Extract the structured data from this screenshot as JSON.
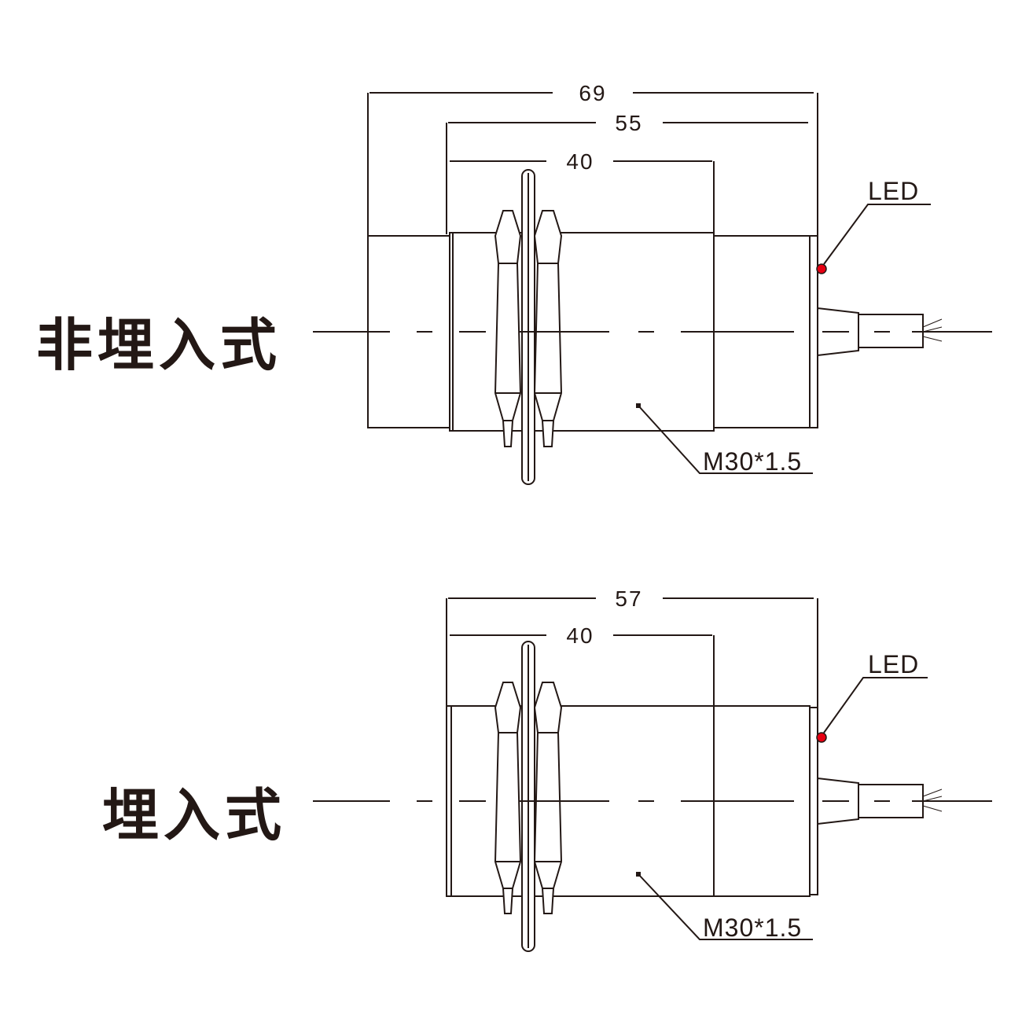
{
  "sensor_top": {
    "label": "非埋入式",
    "dimensions": {
      "total": "69",
      "threaded": "55",
      "thread_body": "40"
    },
    "led_label": "LED",
    "thread_label": "M30*1.5"
  },
  "sensor_bottom": {
    "label": "埋入式",
    "dimensions": {
      "total": "57",
      "thread_body": "40"
    },
    "led_label": "LED",
    "thread_label": "M30*1.5"
  },
  "colors": {
    "line": "#231815",
    "led": "#e60012"
  }
}
